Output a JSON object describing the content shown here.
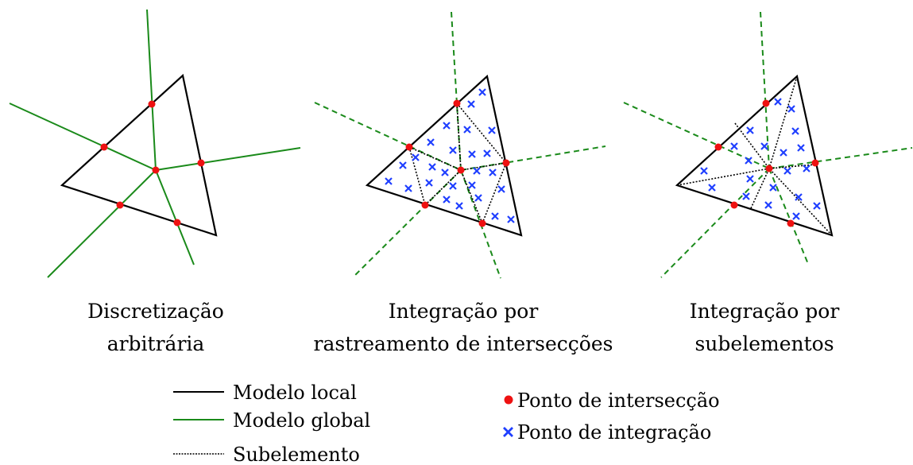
{
  "panels": [
    {
      "caption_line1": "Discretização",
      "caption_line2": "arbitrária"
    },
    {
      "caption_line1": "Integração por",
      "caption_line2": "rastreamento de intersecções"
    },
    {
      "caption_line1": "Integração por",
      "caption_line2": "subelementos"
    }
  ],
  "legend": {
    "local_model": "Modelo local",
    "global_model": "Modelo global",
    "subelement": "Subelemento",
    "intersection_point": "Ponto de intersecção",
    "integration_point": "Ponto de integração"
  },
  "colors": {
    "local": "#000000",
    "global": "#1a8a1a",
    "intersection": "#ee1111",
    "integration": "#1f3fff"
  }
}
